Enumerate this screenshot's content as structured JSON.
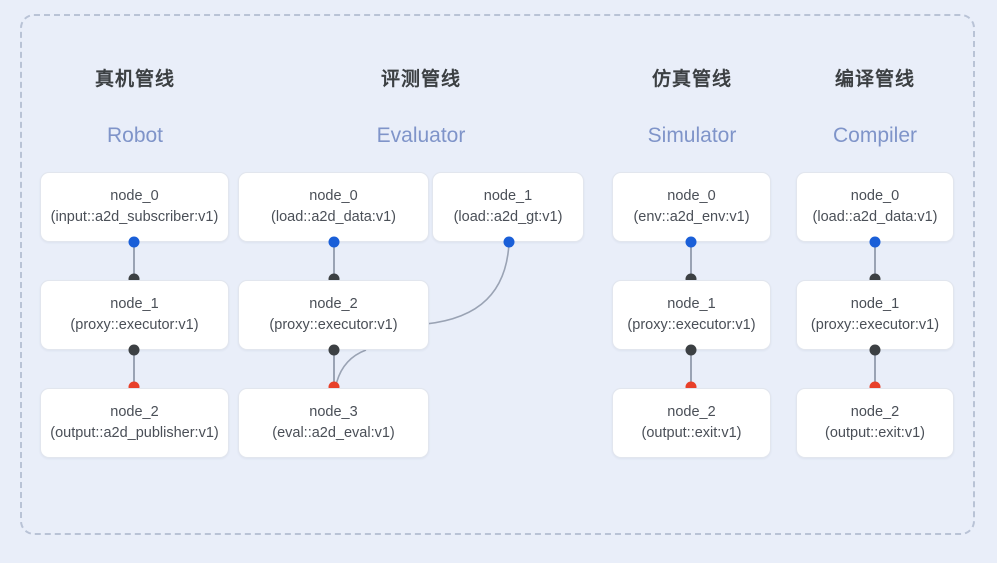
{
  "frame": {
    "border_color": "#b9c3d6",
    "background": "#e9eef9"
  },
  "colors": {
    "accent_blue": "#1a5fd8",
    "accent_red": "#e8402a",
    "dot_dark": "#3c4043",
    "subtitle_blue": "#7f94c9",
    "edge": "#9aa3b4"
  },
  "columns": [
    {
      "id": "robot",
      "title_cn": "真机管线",
      "title_en": "Robot",
      "nodes": [
        {
          "name": "node_0",
          "spec": "(input::a2d_subscriber:v1)"
        },
        {
          "name": "node_1",
          "spec": "(proxy::executor:v1)"
        },
        {
          "name": "node_2",
          "spec": "(output::a2d_publisher:v1)"
        }
      ]
    },
    {
      "id": "evaluator",
      "title_cn": "评测管线",
      "title_en": "Evaluator",
      "nodes": [
        {
          "name": "node_0",
          "spec": "(load::a2d_data:v1)"
        },
        {
          "name": "node_2",
          "spec": "(proxy::executor:v1)"
        },
        {
          "name": "node_3",
          "spec": "(eval::a2d_eval:v1)"
        }
      ],
      "side_nodes": [
        {
          "name": "node_1",
          "spec": "(load::a2d_gt:v1)"
        }
      ]
    },
    {
      "id": "simulator",
      "title_cn": "仿真管线",
      "title_en": "Simulator",
      "nodes": [
        {
          "name": "node_0",
          "spec": "(env::a2d_env:v1)"
        },
        {
          "name": "node_1",
          "spec": "(proxy::executor:v1)"
        },
        {
          "name": "node_2",
          "spec": "(output::exit:v1)"
        }
      ]
    },
    {
      "id": "compiler",
      "title_cn": "编译管线",
      "title_en": "Compiler",
      "nodes": [
        {
          "name": "node_0",
          "spec": "(load::a2d_data:v1)"
        },
        {
          "name": "node_1",
          "spec": "(proxy::executor:v1)"
        },
        {
          "name": "node_2",
          "spec": "(output::exit:v1)"
        }
      ]
    }
  ]
}
